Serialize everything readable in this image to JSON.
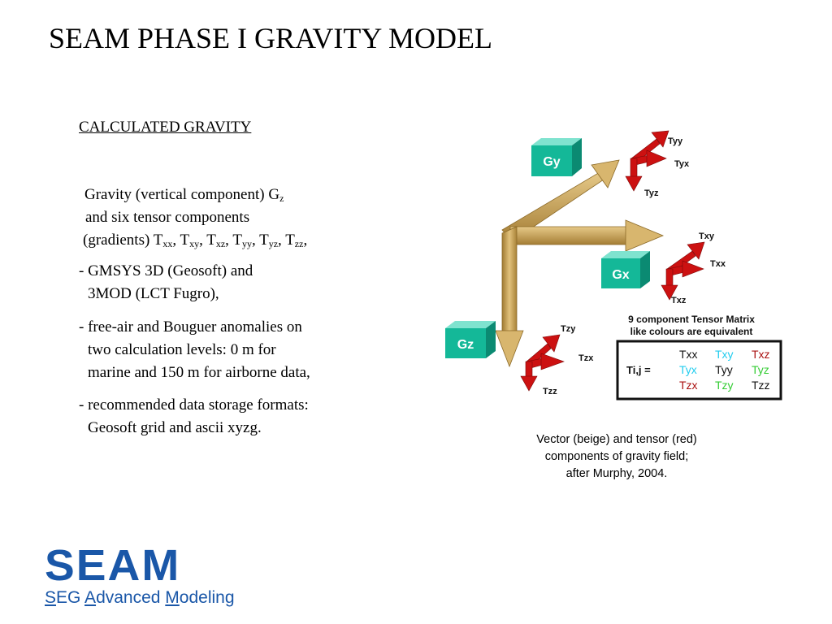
{
  "title": "SEAM PHASE I GRAVITY MODEL",
  "subheading": "CALCULATED GRAVITY",
  "para1": {
    "line1": "Gravity (vertical component) G",
    "line1_sub": "z",
    "line2": "and six tensor components",
    "line3_prefix": "(gradients) T",
    "line3_subs": [
      "xx",
      "xy",
      "xz",
      "yy",
      "yz",
      "zz"
    ]
  },
  "para2": {
    "line1": "- GMSYS 3D (Geosoft) and",
    "line2": "3MOD (LCT Fugro),"
  },
  "para3": {
    "line1": "- free-air and Bouguer anomalies on",
    "line2": "two calculation levels: 0 m for",
    "line3": "marine and 150 m for airborne data,"
  },
  "para4": {
    "line1": "- recommended data storage formats:",
    "line2": "Geosoft grid and ascii xyzg."
  },
  "diagram": {
    "box_gy": "Gy",
    "box_gx": "Gx",
    "box_gz": "Gz",
    "labels": {
      "tyy": "Tyy",
      "tyx": "Tyx",
      "tyz": "Tyz",
      "txy": "Txy",
      "txx": "Txx",
      "txz": "Txz",
      "tzy": "Tzy",
      "tzx": "Tzx",
      "tzz": "Tzz"
    },
    "matrix_title_1": "9 component Tensor Matrix",
    "matrix_title_2": "like colours are equivalent",
    "matrix_label": "Ti,j  =",
    "matrix_rows": [
      [
        "Txx",
        "Txy",
        "Txz"
      ],
      [
        "Tyx",
        "Tyy",
        "Tyz"
      ],
      [
        "Tzx",
        "Tzy",
        "Tzz"
      ]
    ],
    "colors": {
      "beige": "#c9a45a",
      "red": "#cc1111",
      "teal": "#11b89a",
      "cyan": "#22ccee",
      "green": "#33cc33",
      "darkred": "#aa1111"
    }
  },
  "caption": {
    "line1": "Vector (beige) and tensor (red)",
    "line2": "components of gravity field;",
    "line3": "after Murphy, 2004."
  },
  "logo": {
    "big": "SEAM",
    "s1": "S",
    "s2": "E",
    "s3": "G ",
    "s4": "A",
    "s5": "dvanced ",
    "s6": "M",
    "s7": "odeling"
  }
}
